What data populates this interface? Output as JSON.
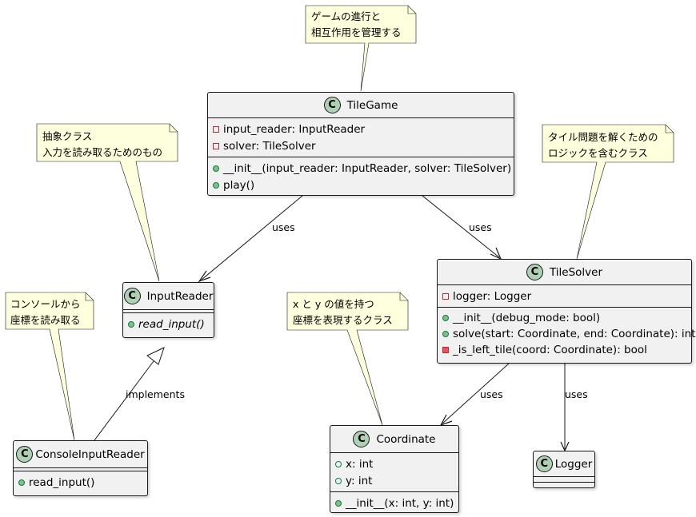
{
  "classes": {
    "tilegame": {
      "name": "TileGame",
      "badge": "C",
      "attributes": [
        "input_reader: InputReader",
        "solver: TileSolver"
      ],
      "methods": [
        "__init__(input_reader: InputReader, solver: TileSolver)",
        "play()"
      ]
    },
    "inputreader": {
      "name": "InputReader",
      "badge": "C",
      "methods": [
        "read_input()"
      ]
    },
    "consoleinputreader": {
      "name": "ConsoleInputReader",
      "badge": "C",
      "methods": [
        "read_input()"
      ]
    },
    "tilesolver": {
      "name": "TileSolver",
      "badge": "C",
      "attributes": [
        "logger: Logger"
      ],
      "methods": [
        "__init__(debug_mode: bool)",
        "solve(start: Coordinate, end: Coordinate): int",
        "_is_left_tile(coord: Coordinate): bool"
      ]
    },
    "coordinate": {
      "name": "Coordinate",
      "badge": "C",
      "attributes": [
        "x: int",
        "y: int"
      ],
      "methods": [
        "__init__(x: int, y: int)"
      ]
    },
    "logger": {
      "name": "Logger",
      "badge": "C"
    }
  },
  "notes": {
    "tilegame": [
      "ゲームの進行と",
      "相互作用を管理する"
    ],
    "inputreader": [
      "抽象クラス",
      "入力を読み取るためのもの"
    ],
    "tilesolver": [
      "タイル問題を解くための",
      "ロジックを含むクラス"
    ],
    "consoleinputreader": [
      "コンソールから",
      "座標を読み取る"
    ],
    "coordinate": [
      "x と y の値を持つ",
      "座標を表現するクラス"
    ]
  },
  "relations": {
    "tilegame_inputreader": "uses",
    "tilegame_tilesolver": "uses",
    "console_inputreader": "implements",
    "tilesolver_coordinate": "uses",
    "tilesolver_logger": "uses"
  },
  "colors": {
    "class_fill": "#f1f1f1",
    "note_fill": "#feffdd",
    "badge_fill": "#add1b2",
    "line": "#181818"
  }
}
